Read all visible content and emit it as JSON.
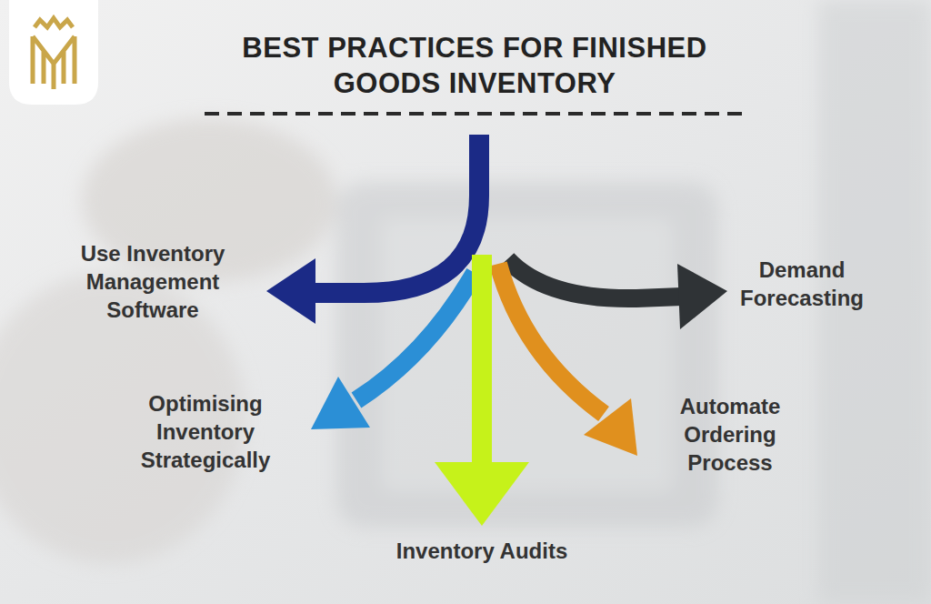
{
  "diagram": {
    "title": "BEST PRACTICES FOR FINISHED GOODS INVENTORY",
    "labels": [
      "Use Inventory Management Software",
      "Demand Forecasting",
      "Optimising Inventory Strategically",
      "Automate Ordering Process",
      "Inventory Audits"
    ]
  }
}
